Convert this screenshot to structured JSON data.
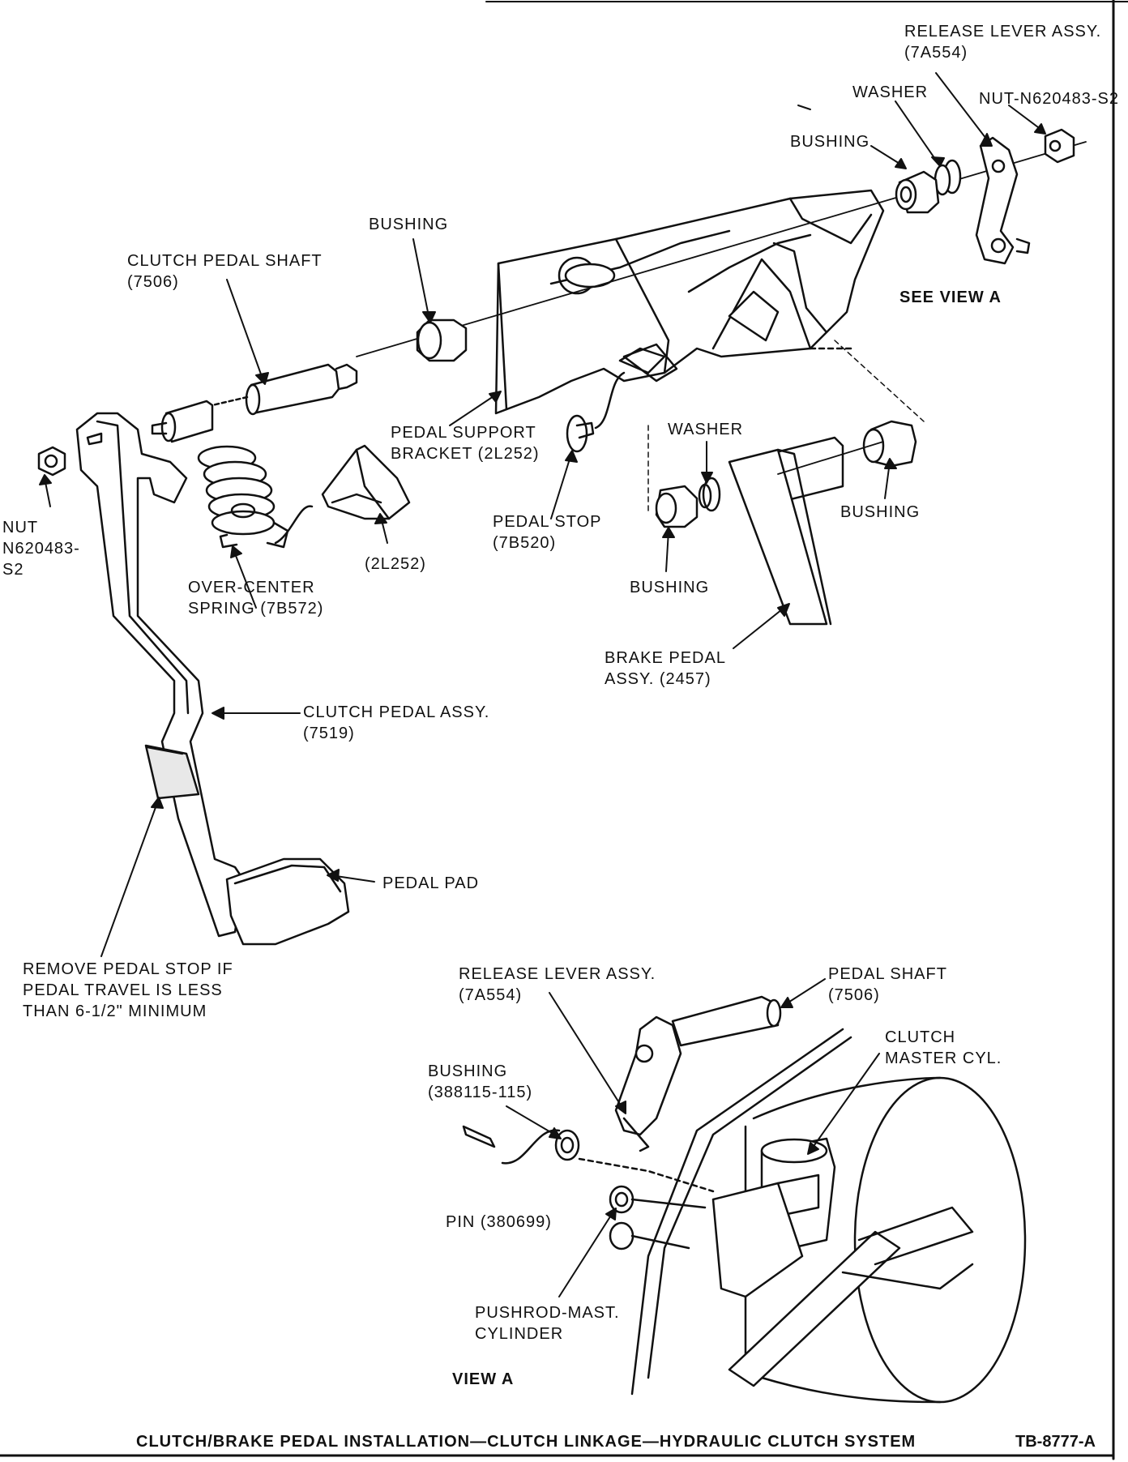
{
  "labels": {
    "release_lever_top": "RELEASE LEVER ASSY.",
    "release_lever_top_num": "(7A554)",
    "washer_top": "WASHER",
    "nut_top": "NUT-N620483-S2",
    "bushing_top": "BUSHING",
    "see_view_a": "SEE VIEW A",
    "bushing_shaft": "BUSHING",
    "clutch_pedal_shaft": "CLUTCH PEDAL SHAFT",
    "clutch_pedal_shaft_num": "(7506)",
    "nut_left_1": "NUT",
    "nut_left_2": "N620483-",
    "nut_left_3": "S2",
    "pedal_support_bracket_1": "PEDAL SUPPORT",
    "pedal_support_bracket_2": "BRACKET (2L252)",
    "washer_mid": "WASHER",
    "bushing_right": "BUSHING",
    "pedal_stop": "PEDAL STOP",
    "pedal_stop_num": "(7B520)",
    "bracket_2l252": "(2L252)",
    "over_center_1": "OVER-CENTER",
    "over_center_2": "SPRING (7B572)",
    "bushing_lower": "BUSHING",
    "brake_pedal_1": "BRAKE PEDAL",
    "brake_pedal_2": "ASSY. (2457)",
    "clutch_pedal_assy": "CLUTCH PEDAL ASSY.",
    "clutch_pedal_assy_num": "(7519)",
    "pedal_pad": "PEDAL PAD",
    "remove_1": "REMOVE PEDAL STOP IF",
    "remove_2": "PEDAL TRAVEL IS LESS",
    "remove_3": "THAN 6-1/2\" MINIMUM",
    "release_lever_view": "RELEASE LEVER ASSY.",
    "release_lever_view_num": "(7A554)",
    "pedal_shaft_view": "PEDAL SHAFT",
    "pedal_shaft_view_num": "(7506)",
    "clutch_master_1": "CLUTCH",
    "clutch_master_2": "MASTER CYL.",
    "bushing_view": "BUSHING",
    "bushing_view_num": "(388115-115)",
    "pin": "PIN (380699)",
    "pushrod_1": "PUSHROD-MAST.",
    "pushrod_2": "CYLINDER",
    "view_a": "VIEW A"
  },
  "caption": "CLUTCH/BRAKE PEDAL INSTALLATION—CLUTCH LINKAGE—HYDRAULIC CLUTCH SYSTEM",
  "figure_code": "TB-8777-A",
  "colors": {
    "ink": "#111111",
    "paper": "#ffffff",
    "shade": "#d6d6d6"
  }
}
